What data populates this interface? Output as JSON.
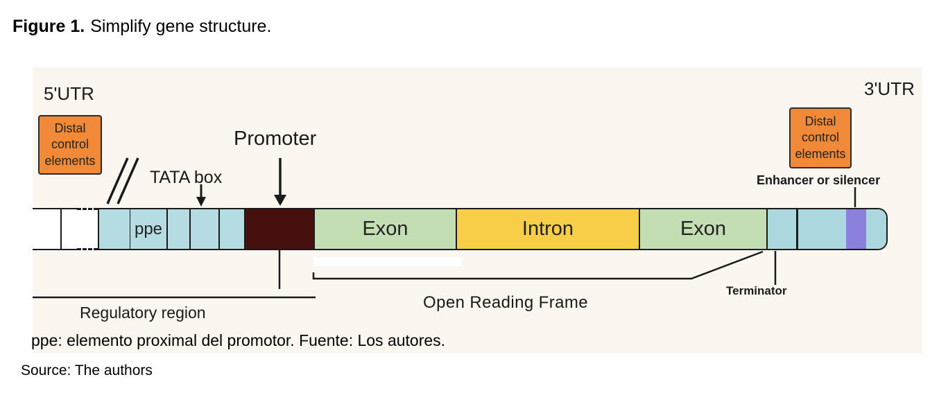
{
  "page": {
    "title_prefix": "Figure 1.",
    "title_text": "Simplify gene structure.",
    "caption_es": "ppe: elemento proximal del promotor. Fuente: Los autores.",
    "source": "Source: The authors"
  },
  "diagram": {
    "labels": {
      "utr5": "5'UTR",
      "utr3": "3'UTR",
      "distal_left": "Distal control elements",
      "distal_right": "Distal control elements",
      "tata": "TATA box",
      "promoter": "Promoter",
      "enhancer": "Enhancer or silencer",
      "terminator": "Terminator",
      "regulatory": "Regulatory region",
      "orf": "Open Reading Frame"
    },
    "segments": {
      "ppe": "ppe",
      "exon1": "Exon",
      "intron": "Intron",
      "exon2": "Exon"
    },
    "colors": {
      "panel_bg": "#fbf6ef",
      "light_blue": "#b5dce3",
      "light_blue_right": "#abd8de",
      "promoter_maroon": "#46100e",
      "exon_green": "#c3deb3",
      "intron_yellow": "#f6ce47",
      "enhancer_purple": "#8b80de",
      "distal_orange": "#f08a38",
      "line": "#1a1a1a"
    }
  }
}
